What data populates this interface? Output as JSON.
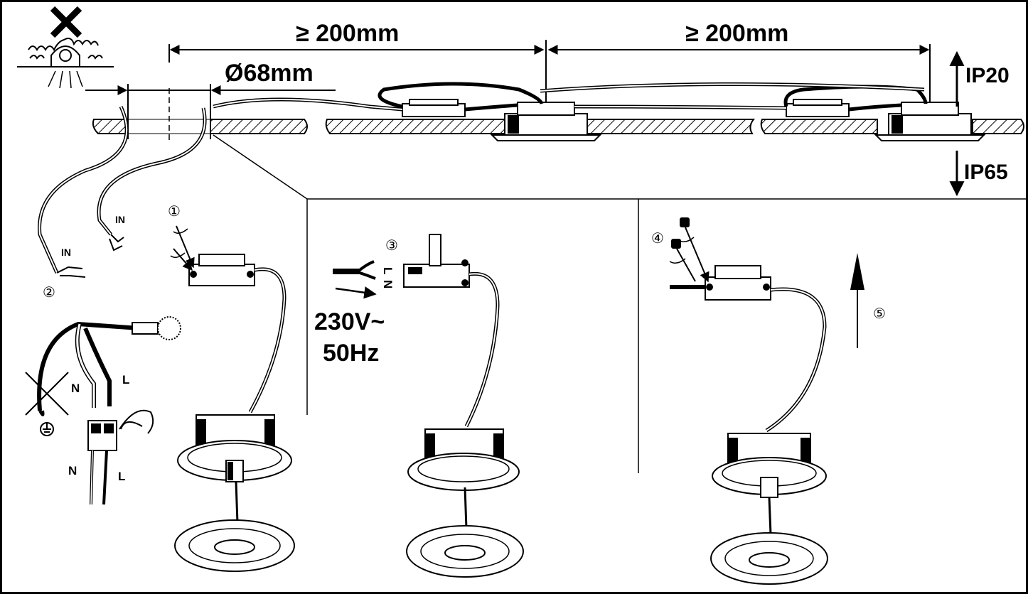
{
  "dimensions": {
    "spacing_left": "≥ 200mm",
    "spacing_right": "≥ 200mm",
    "hole_diameter": "Ø68mm"
  },
  "protection": {
    "above": "IP20",
    "below": "IP65"
  },
  "wiring": {
    "input_left": "IN",
    "input_right": "IN",
    "neutral": "N",
    "live": "L",
    "terminal_n": "N",
    "terminal_l": "L"
  },
  "supply": {
    "voltage": "230V~",
    "frequency": "50Hz",
    "terminal_l": "L",
    "terminal_n": "N"
  },
  "steps": [
    "①",
    "②",
    "③",
    "④",
    "⑤"
  ],
  "icons": [
    "no-insulation-icon",
    "earth-ground-icon",
    "screwdriver-icon",
    "up-arrow-icon"
  ]
}
